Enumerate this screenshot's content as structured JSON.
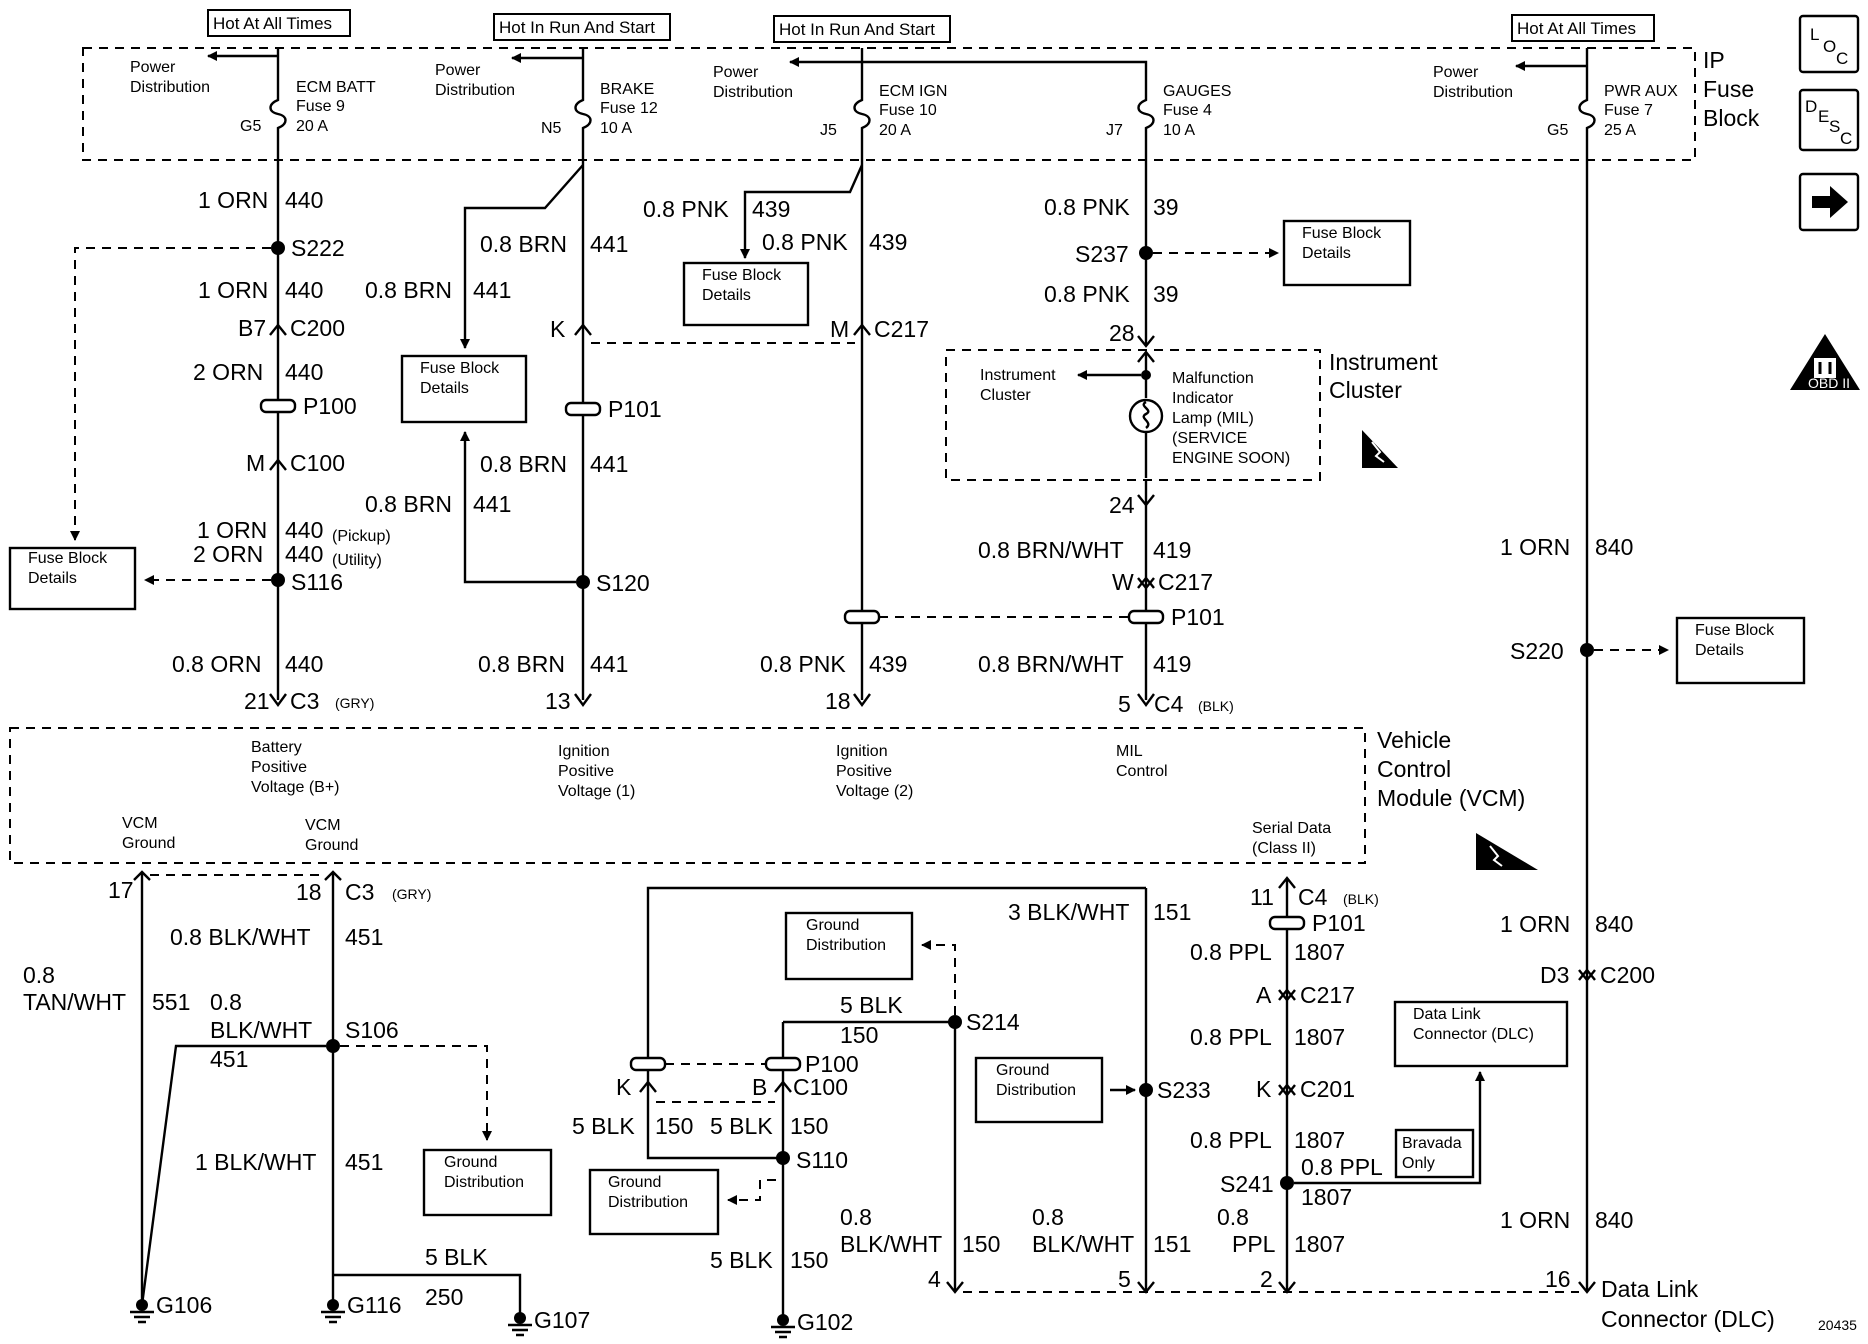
{
  "headers": {
    "hot_all_times_1": "Hot At All Times",
    "hot_run_start_1": "Hot In Run And Start",
    "hot_run_start_2": "Hot In Run And Start",
    "hot_all_times_2": "Hot At All Times"
  },
  "ip_fuse_block": {
    "line1": "IP",
    "line2": "Fuse",
    "line3": "Block"
  },
  "fuses": {
    "ecm_batt": {
      "name": "ECM BATT",
      "fuse": "Fuse 9",
      "amps": "20 A",
      "cavity": "G5"
    },
    "brake": {
      "name": "BRAKE",
      "fuse": "Fuse 12",
      "amps": "10 A",
      "cavity": "N5"
    },
    "ecm_ign": {
      "name": "ECM IGN",
      "fuse": "Fuse 10",
      "amps": "20 A",
      "cavity": "J5"
    },
    "gauges": {
      "name": "GAUGES",
      "fuse": "Fuse 4",
      "amps": "10 A",
      "cavity": "J7"
    },
    "pwr_aux": {
      "name": "PWR AUX",
      "fuse": "Fuse 7",
      "amps": "25 A",
      "cavity": "G5"
    }
  },
  "labels": {
    "power": "Power",
    "distribution": "Distribution",
    "fuse_block": "Fuse Block",
    "details": "Details",
    "ground": "Ground",
    "bravada": "Bravada",
    "only": "Only"
  },
  "wires": {
    "orn1": "1 ORN",
    "orn2": "2 ORN",
    "orn08": "0.8 ORN",
    "w440": "440",
    "pickup": "(Pickup)",
    "utility": "(Utility)",
    "brn08": "0.8 BRN",
    "w441": "441",
    "pnk08": "0.8 PNK",
    "w439": "439",
    "w39": "39",
    "brnwht08": "0.8 BRN/WHT",
    "w419": "419",
    "w840": "840",
    "blkwht08": "0.8 BLK/WHT",
    "w451": "451",
    "blkwht1": "1 BLK/WHT",
    "n08": "0.8",
    "tanwht": "TAN/WHT",
    "w551": "551",
    "blkwht": "BLK/WHT",
    "blk5": "5 BLK",
    "w150": "150",
    "w250": "250",
    "blkwht3": "3 BLK/WHT",
    "w151": "151",
    "ppl08": "0.8 PPL",
    "ppl": "PPL",
    "w1807": "1807"
  },
  "splices": {
    "s222": "S222",
    "s116": "S116",
    "s120": "S120",
    "s237": "S237",
    "s220": "S220",
    "s106": "S106",
    "s214": "S214",
    "s110": "S110",
    "s233": "S233",
    "s241": "S241"
  },
  "connectors": {
    "b7": "B7",
    "c200": "C200",
    "p100": "P100",
    "m": "M",
    "c100": "C100",
    "k": "K",
    "p101": "P101",
    "c217": "C217",
    "w": "W",
    "c201": "C201",
    "c3": "C3",
    "c4": "C4",
    "gry": "(GRY)",
    "blk": "(BLK)",
    "a": "A",
    "b": "B",
    "d3": "D3",
    "p21": "21",
    "p13": "13",
    "p18": "18",
    "p5": "5",
    "p28": "28",
    "p24": "24",
    "p17": "17",
    "p11": "11",
    "p4": "4",
    "p2": "2",
    "p16": "16"
  },
  "instrument_cluster": {
    "title1": "Instrument",
    "title2": "Cluster",
    "left1": "Instrument",
    "left2": "Cluster",
    "mil1": "Malfunction",
    "mil2": "Indicator",
    "mil3": "Lamp (MIL)",
    "mil4": "(SERVICE",
    "mil5": "ENGINE SOON)"
  },
  "vcm": {
    "title1": "Vehicle",
    "title2": "Control",
    "title3": "Module (VCM)",
    "bplus1": "Battery",
    "bplus2": "Positive",
    "bplus3": "Voltage (B+)",
    "ign1a": "Ignition",
    "ign1b": "Positive",
    "ign1c": "Voltage (1)",
    "ign2a": "Ignition",
    "ign2b": "Positive",
    "ign2c": "Voltage (2)",
    "mil1": "MIL",
    "mil2": "Control",
    "gnd1a": "VCM",
    "gnd1b": "Ground",
    "gnd2a": "VCM",
    "gnd2b": "Ground",
    "ser1": "Serial Data",
    "ser2": "(Class II)"
  },
  "grounds": {
    "g106": "G106",
    "g116": "G116",
    "g107": "G107",
    "g102": "G102"
  },
  "dlc": {
    "box1": "Data Link",
    "box2": "Connector (DLC)",
    "title1": "Data Link",
    "title2": "Connector (DLC)"
  },
  "side_icons": {
    "loc_l": "L",
    "loc_o": "O",
    "loc_c": "C",
    "desc_d": "D",
    "desc_e": "E",
    "desc_s": "S",
    "desc_c": "C",
    "obd": "OBD II"
  },
  "figure_number": "20435"
}
